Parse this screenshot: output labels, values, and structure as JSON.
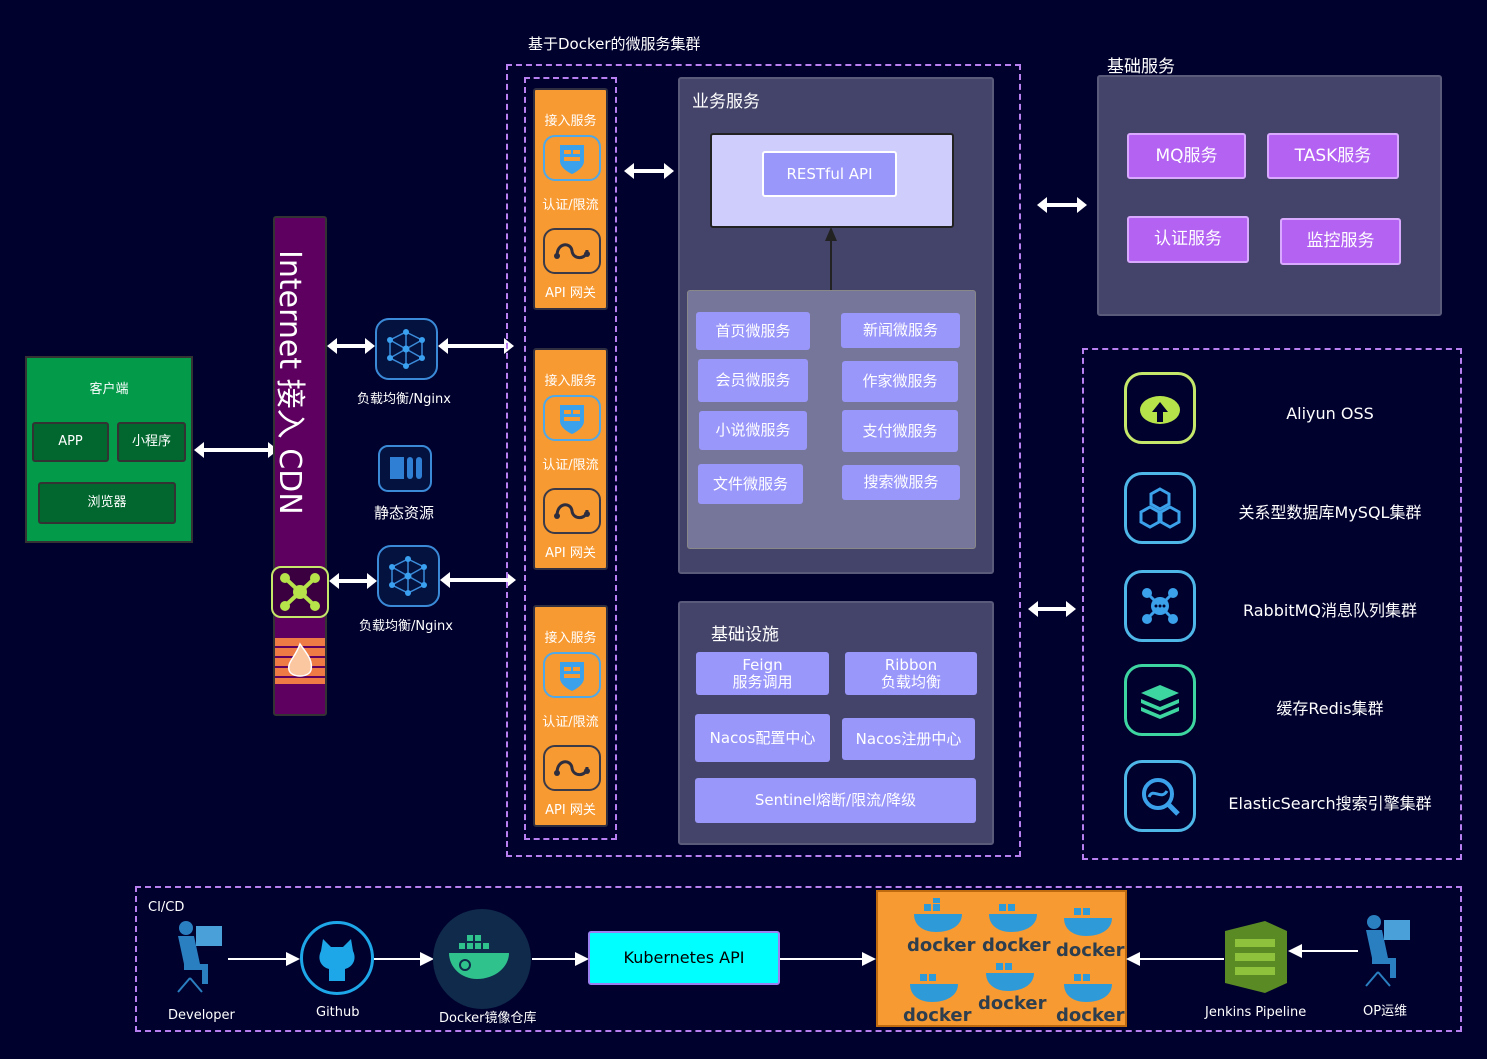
{
  "cluster": {
    "title": "基于Docker的微服务集群"
  },
  "client": {
    "title": "客户端",
    "items": [
      "APP",
      "小程序",
      "浏览器"
    ]
  },
  "cdn": {
    "label": "Internet 接入 CDN"
  },
  "edge": {
    "lb1": "负载均衡/Nginx",
    "static": "静态资源",
    "lb2": "负载均衡/Nginx"
  },
  "gateways": [
    {
      "top": "接入服务",
      "mid": "认证/限流",
      "bottom": "API 网关"
    },
    {
      "top": "接入服务",
      "mid": "认证/限流",
      "bottom": "API 网关"
    },
    {
      "top": "接入服务",
      "mid": "认证/限流",
      "bottom": "API 网关"
    }
  ],
  "business": {
    "title": "业务服务",
    "api": "RESTful API",
    "services": [
      "首页微服务",
      "新闻微服务",
      "会员微服务",
      "作家微服务",
      "小说微服务",
      "支付微服务",
      "文件微服务",
      "搜索微服务"
    ]
  },
  "infra": {
    "title": "基础设施",
    "feign": [
      "Feign",
      "服务调用"
    ],
    "ribbon": [
      "Ribbon",
      "负载均衡"
    ],
    "nacos_config": "Nacos配置中心",
    "nacos_registry": "Nacos注册中心",
    "sentinel": "Sentinel熔断/限流/降级"
  },
  "base": {
    "title": "基础服务",
    "items": [
      "MQ服务",
      "TASK服务",
      "认证服务",
      "监控服务"
    ]
  },
  "storage": [
    {
      "icon": "cloud-upload-icon",
      "label": "Aliyun OSS"
    },
    {
      "icon": "database-cubes-icon",
      "label": "关系型数据库MySQL集群"
    },
    {
      "icon": "message-queue-icon",
      "label": "RabbitMQ消息队列集群"
    },
    {
      "icon": "cache-layers-icon",
      "label": "缓存Redis集群"
    },
    {
      "icon": "search-icon",
      "label": "ElasticSearch搜索引擎集群"
    }
  ],
  "cicd": {
    "title": "CI/CD",
    "developer": "Developer",
    "github": "Github",
    "registry": "Docker镜像仓库",
    "k8s": "Kubernetes API",
    "docker": "docker",
    "jenkins": "Jenkins Pipeline",
    "op": "OP运维"
  },
  "colors": {
    "background": "#01012e",
    "client": "#039a4a",
    "cdn": "#5e0060",
    "gateway": "#f89a32",
    "panel": "#44446a",
    "service": "#9a97fa",
    "base_service": "#b462f2",
    "k8s": "#00ffff",
    "dashed": "#b77ff0"
  }
}
